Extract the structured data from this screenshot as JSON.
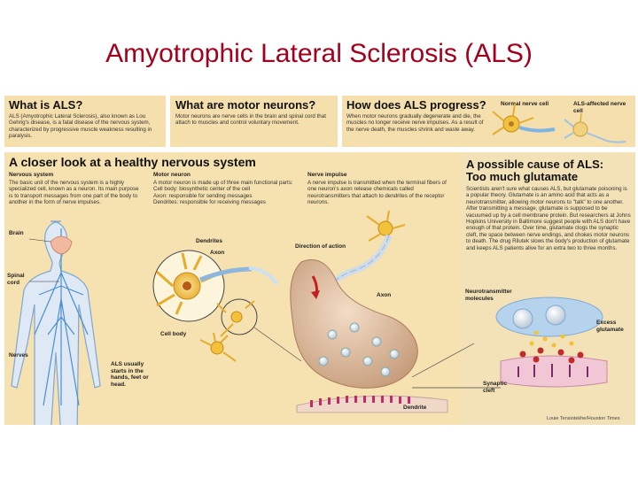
{
  "slide": {
    "title": "Amyotrophic Lateral Sclerosis (ALS)"
  },
  "panels": {
    "what_is_als": {
      "title": "What is ALS?",
      "body": "ALS (Amyotrophic Lateral Sclerosis), also known as Lou Gehrig's disease, is a fatal disease of the nervous system, characterized by progressive muscle weakness resulting in paralysis."
    },
    "motor_neurons": {
      "title": "What are motor neurons?",
      "body": "Motor neurons are nerve cells in the brain and spinal cord that attach to muscles and control voluntary movement."
    },
    "progress": {
      "title": "How does ALS progress?",
      "body": "When motor neurons gradually degenerate and die, the muscles no longer receive nerve impulses. As a result of the nerve death, the muscles shrink and waste away.",
      "normal_label": "Normal nerve cell",
      "affected_label": "ALS-affected nerve cell"
    },
    "closer_look": {
      "title": "A closer look at a healthy nervous system",
      "nervous_system_heading": "Nervous system",
      "nervous_system_body": "The basic unit of the nervous system is a highly specialized cell, known as a neuron. Its main purpose is to transport messages from one part of the body to another in the form of nerve impulses.",
      "motor_neuron_heading": "Motor neuron",
      "motor_neuron_body": "A motor neuron is made up of three main functional parts:",
      "cell_body_text": "Cell body: biosynthetic center of the cell",
      "axon_text": "Axon: responsible for sending messages",
      "dendrites_text": "Dendrites: responsible for receiving messages",
      "nerve_impulse_heading": "Nerve impulse",
      "nerve_impulse_body": "A nerve impulse is transmitted when the terminal fibers of one neuron's axon release chemicals called neurotransmitters that attach to dendrites of the receptor neurons."
    },
    "cause": {
      "title_line1": "A possible cause of ALS:",
      "title_line2": "Too much glutamate",
      "body": "Scientists aren't sure what causes ALS, but glutamate poisoning is a popular theory. Glutamate is an amino acid that acts as a neurotransmitter, allowing motor neurons to \"talk\" to one another. After transmitting a message, glutamate is supposed to be vacuumed up by a cell membrane protein. But researchers at Johns Hopkins University in Baltimore suggest people with ALS don't have enough of that protein. Over time, glutamate clogs the synaptic cleft, the space between nerve endings, and chokes motor neurons to death. The drug Rilutek slows the body's production of glutamate and keeps ALS patients alive for an extra two to three months."
    }
  },
  "labels": {
    "brain": "Brain",
    "spinal_cord": "Spinal cord",
    "nerves": "Nerves",
    "als_start": "ALS usually starts in the hands, feet or head.",
    "dendrites": "Dendrites",
    "axon": "Axon",
    "cell_body": "Cell body",
    "direction_of_action": "Direction of action",
    "axon2": "Axon",
    "dendrite": "Dendrite",
    "neurotransmitter_molecules": "Neurotransmitter molecules",
    "excess_glutamate": "Excess glutamate",
    "synaptic_cleft": "Synaptic cleft",
    "credit": "Louie Tensiotekhe/Houston Times"
  },
  "colors": {
    "title": "#a3001c",
    "panel_bg": "#f5dfac",
    "neuron": "#f3c23a",
    "nerve_blue": "#4a8fd0",
    "axon_terminal": "#d9b79a",
    "glutamate": "#c22b2b"
  }
}
